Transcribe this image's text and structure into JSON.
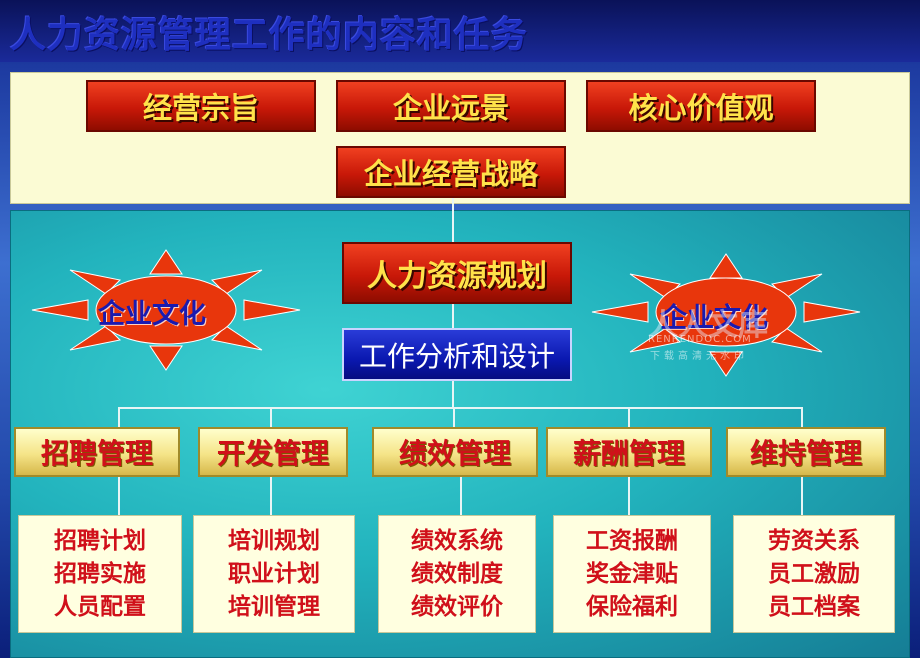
{
  "title": "人力资源管理工作的内容和任务",
  "top_row": [
    "经营宗旨",
    "企业远景",
    "核心价值观"
  ],
  "strategy": "企业经营战略",
  "hr_planning": "人力资源规划",
  "job_analysis": "工作分析和设计",
  "culture_left": "企业文化",
  "culture_right": "企业文化",
  "management": [
    "招聘管理",
    "开发管理",
    "绩效管理",
    "薪酬管理",
    "维持管理"
  ],
  "details": [
    [
      "招聘计划",
      "招聘实施",
      "人员配置"
    ],
    [
      "培训规划",
      "职业计划",
      "培训管理"
    ],
    [
      "绩效系统",
      "绩效制度",
      "绩效评价"
    ],
    [
      "工资报酬",
      "奖金津贴",
      "保险福利"
    ],
    [
      "劳资关系",
      "员工激励",
      "员工档案"
    ]
  ],
  "watermark": {
    "brand": "人人文库",
    "site": "RENRENDOC.COM",
    "slogan": "下载高清无水印"
  },
  "colors": {
    "red_box": "#c81808",
    "yellow_text": "#ffe24a",
    "mgmt_text": "#d0101a",
    "sun": "#e8360c",
    "panel_teal": "#22b3bd"
  }
}
